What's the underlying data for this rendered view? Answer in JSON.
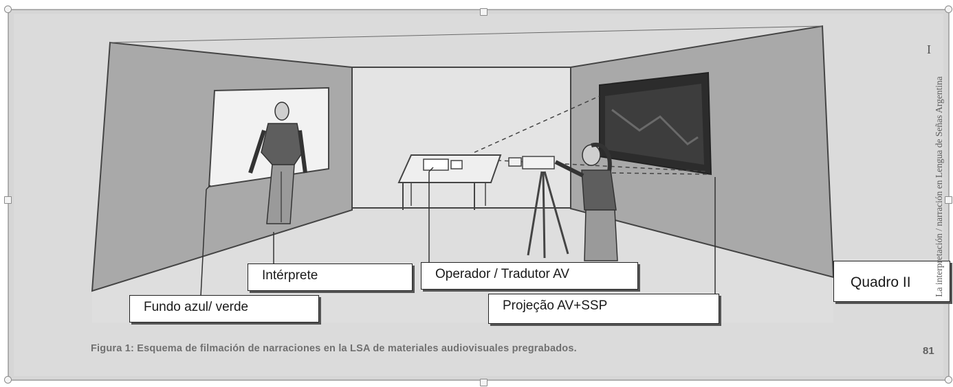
{
  "labels": {
    "interprete": "Intérprete",
    "fundo": "Fundo azul/ verde",
    "operador": "Operador / Tradutor AV",
    "projecao": "Projeção AV+SSP",
    "quadro": "Quadro  II"
  },
  "caption": "Figura 1: Esquema de filmación de narraciones en la LSA de materiales audiovisuales pregrabados.",
  "page_number": "81",
  "running_head": "La interpretación / narración en Lengua de Señas Argentina",
  "corner_mark": "I",
  "colors": {
    "photo_background": "#d9d9d9",
    "wall_shade": "#a8a8a8",
    "line": "#3a3a3a"
  }
}
